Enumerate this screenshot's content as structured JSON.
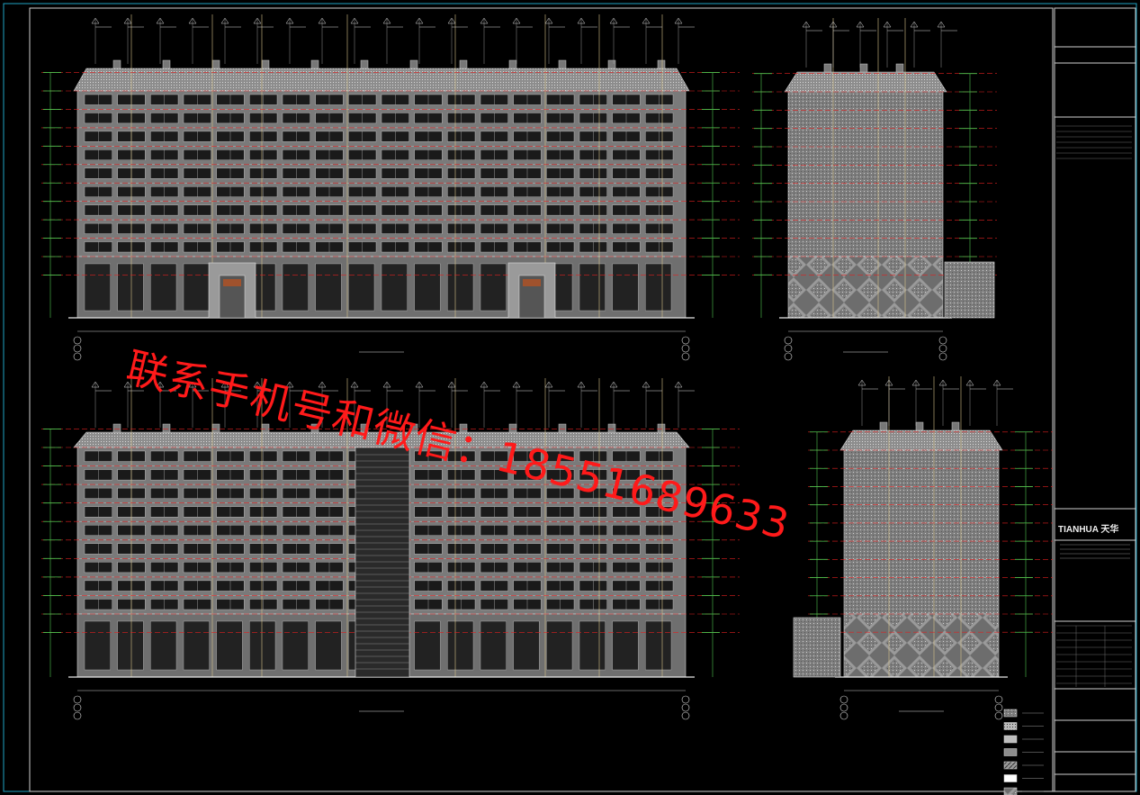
{
  "watermark": {
    "text": "联系手机号和微信：18551689633",
    "color": "#ff1a1a"
  },
  "title_block": {
    "brand": "TIANHUA 天华"
  },
  "colors": {
    "background": "#000000",
    "frame": "#d0d0d0",
    "cyan_frame": "#1fa5c4",
    "grid_red": "#e02020",
    "level_green": "#4fc64f",
    "line_yellow": "#d9c58a",
    "wall": "#8a8a8a",
    "window": "#111111"
  },
  "drawing": {
    "elevation_views": [
      "front-elevation",
      "side-elevation-right",
      "rear-elevation",
      "side-elevation-left"
    ],
    "legend_swatches": 7
  }
}
